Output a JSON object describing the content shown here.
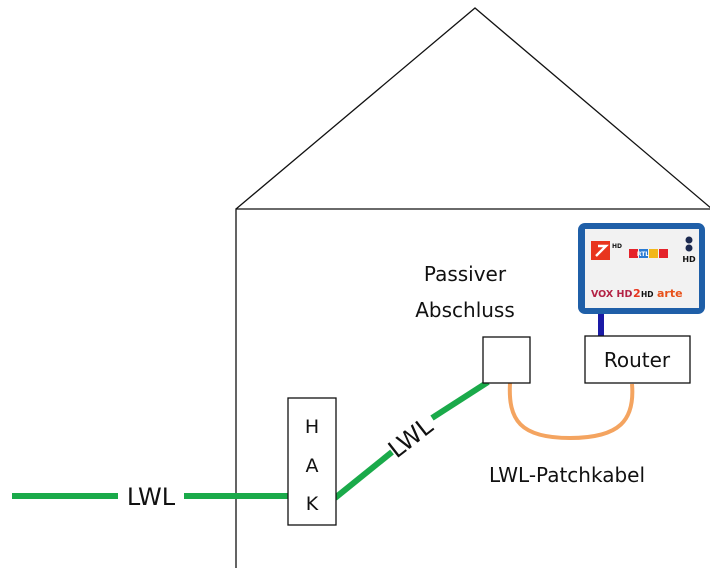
{
  "fiber_label_outside": "LWL",
  "fiber_label_inside": "LWL",
  "hak_letters": [
    "H",
    "A",
    "K"
  ],
  "passive_termination": [
    "Passiver",
    "Abschluss"
  ],
  "router_label": "Router",
  "patch_cable_label": "LWL-Patchkabel",
  "tv_channels": {
    "row1": [
      "HD",
      "RTL",
      "HD"
    ],
    "row2": [
      "VOX HD",
      "HD",
      "arte"
    ]
  },
  "colors": {
    "fiber": "#1aaa4a",
    "patch_cable": "#f4a460",
    "router_link": "#1a1aa6",
    "outline": "#111111"
  }
}
